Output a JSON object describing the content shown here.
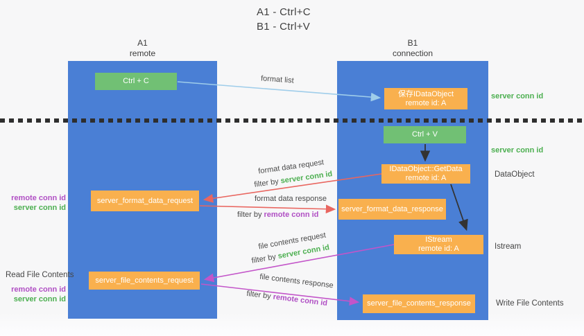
{
  "title": {
    "line1": "A1 - Ctrl+C",
    "line2": "B1 - Ctrl+V"
  },
  "lanes": {
    "a": {
      "name": "A1",
      "subtitle": "remote"
    },
    "b": {
      "name": "B1",
      "subtitle": "connection"
    }
  },
  "nodes": {
    "ctrl_c": {
      "label": "Ctrl + C"
    },
    "ctrl_v": {
      "label": "Ctrl + V"
    },
    "save_dataobject": {
      "line1": "保存IDataObject",
      "line2": "remote id: A"
    },
    "getdata": {
      "line1": "IDataObject::GetData",
      "line2": "remote id: A"
    },
    "istream": {
      "line1": "IStream",
      "line2": "remote id: A"
    },
    "format_request": {
      "label": "server_format_data_request"
    },
    "format_response": {
      "label": "server_format_data_response"
    },
    "file_request": {
      "label": "server_file_contents_request"
    },
    "file_response": {
      "label": "server_file_contents_response"
    }
  },
  "arrow_labels": {
    "format_list": "format list",
    "format_data_request": "format data request",
    "format_data_response": "format data response",
    "file_contents_request": "file contents request",
    "file_contents_response": "file contents response",
    "filter_by": "filter by",
    "server_conn_id": "server conn id",
    "remote_conn_id": "remote conn id"
  },
  "side_labels": {
    "server_conn_id_top": "server conn id",
    "server_conn_id_mid": "server conn id",
    "dataobject": "DataObject",
    "istream": "Istream",
    "read_file_contents": "Read File Contents",
    "write_file_contents": "Write File Contents",
    "remote_conn_id_left_top": "remote conn id",
    "server_conn_id_left_top": "server conn id",
    "remote_conn_id_left_bottom": "remote conn id",
    "server_conn_id_left_bottom": "server conn id"
  },
  "colors": {
    "lane_blue": "#4a7fd5",
    "node_green": "#71c074",
    "node_orange": "#f9b04e",
    "conn_id_green": "#4caf50",
    "conn_id_purple": "#b04fc4",
    "arrow_red": "#e96660",
    "arrow_magenta": "#c355c9",
    "arrow_blue": "#9fcdea",
    "arrow_black": "#333333"
  }
}
